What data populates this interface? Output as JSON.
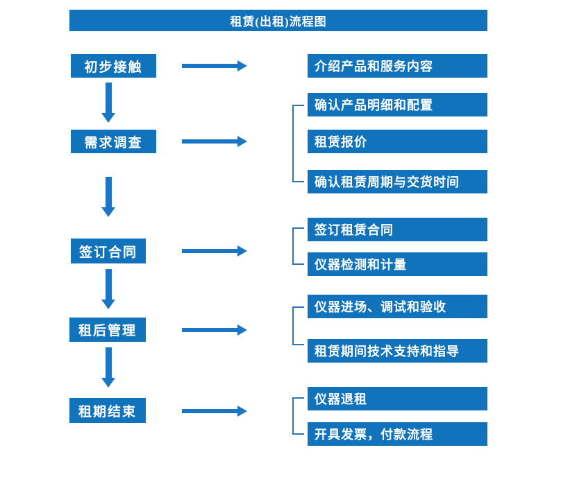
{
  "title": "租赁(出租)流程图",
  "colors": {
    "box": "#1173bb",
    "arrow": "#1a76c4",
    "bracket": "#2e75b6",
    "text": "#ffffff"
  },
  "steps": [
    {
      "label": "初步接触",
      "details": [
        "介绍产品和服务内容"
      ]
    },
    {
      "label": "需求调查",
      "details": [
        "确认产品明细和配置",
        "租赁报价",
        "确认租赁周期与交货时间"
      ]
    },
    {
      "label": "签订合同",
      "details": [
        "签订租赁合同",
        "仪器检测和计量"
      ]
    },
    {
      "label": "租后管理",
      "details": [
        "仪器进场、调试和验收",
        "租赁期间技术支持和指导"
      ]
    },
    {
      "label": "租期结束",
      "details": [
        "仪器退租",
        "开具发票，付款流程"
      ]
    }
  ]
}
